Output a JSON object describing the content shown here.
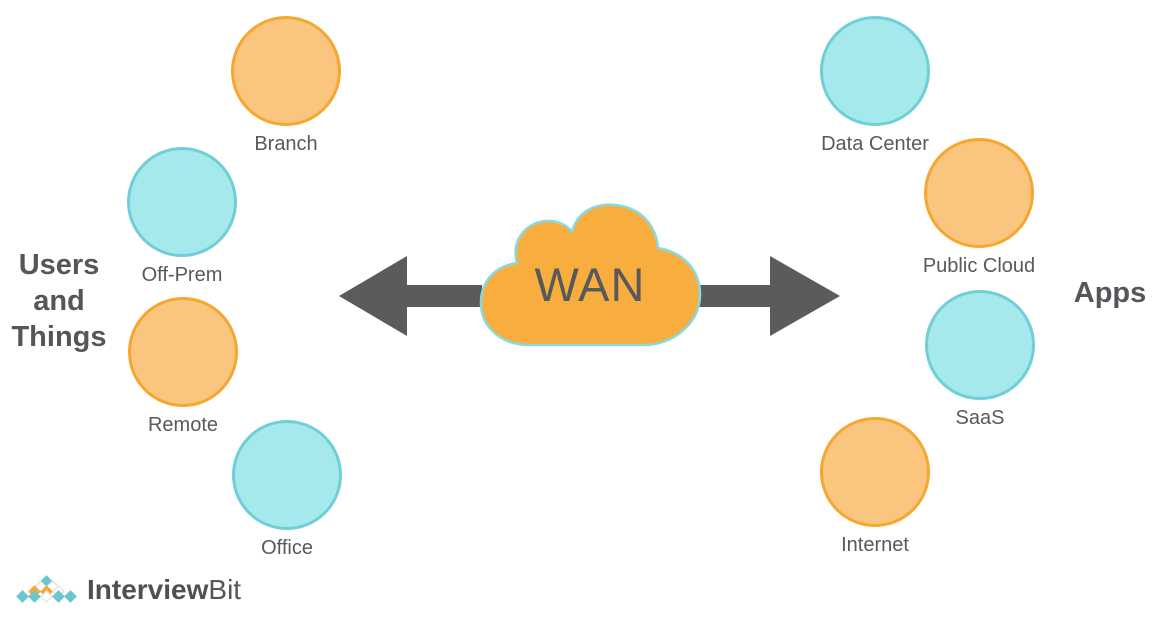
{
  "diagram_title": "WAN",
  "wan": {
    "label": "WAN"
  },
  "left_group": {
    "label_lines": [
      "Users",
      "and",
      "Things"
    ],
    "nodes": [
      {
        "label": "Branch",
        "color": "orange"
      },
      {
        "label": "Off-Prem",
        "color": "cyan"
      },
      {
        "label": "Remote",
        "color": "orange"
      },
      {
        "label": "Office",
        "color": "cyan"
      }
    ]
  },
  "right_group": {
    "label": "Apps",
    "nodes": [
      {
        "label": "Data Center",
        "color": "cyan"
      },
      {
        "label": "Public Cloud",
        "color": "orange"
      },
      {
        "label": "SaaS",
        "color": "cyan"
      },
      {
        "label": "Internet",
        "color": "orange"
      }
    ]
  },
  "logo": {
    "text_bold": "Interview",
    "text_light": "Bit",
    "pyramid": [
      [
        "teal"
      ],
      [
        "white",
        "white"
      ],
      [
        "orange",
        "orange",
        "white"
      ],
      [
        "teal",
        "teal",
        "white",
        "teal",
        "teal"
      ]
    ]
  },
  "colors": {
    "orange_fill": "#FAC57F",
    "orange_stroke": "#F6A72F",
    "cyan_fill": "#A5E9EC",
    "cyan_stroke": "#6FCFD7",
    "cloud_fill": "#F7AE3F",
    "cloud_stroke": "#8BD8DE",
    "arrow": "#5B5B5B",
    "text": "#58595B",
    "heading": "#545659",
    "logo_teal": "#69C6CD",
    "logo_orange": "#F5A83C",
    "logo_text_dark": "#4E5052",
    "logo_text_light": "#55575A"
  }
}
